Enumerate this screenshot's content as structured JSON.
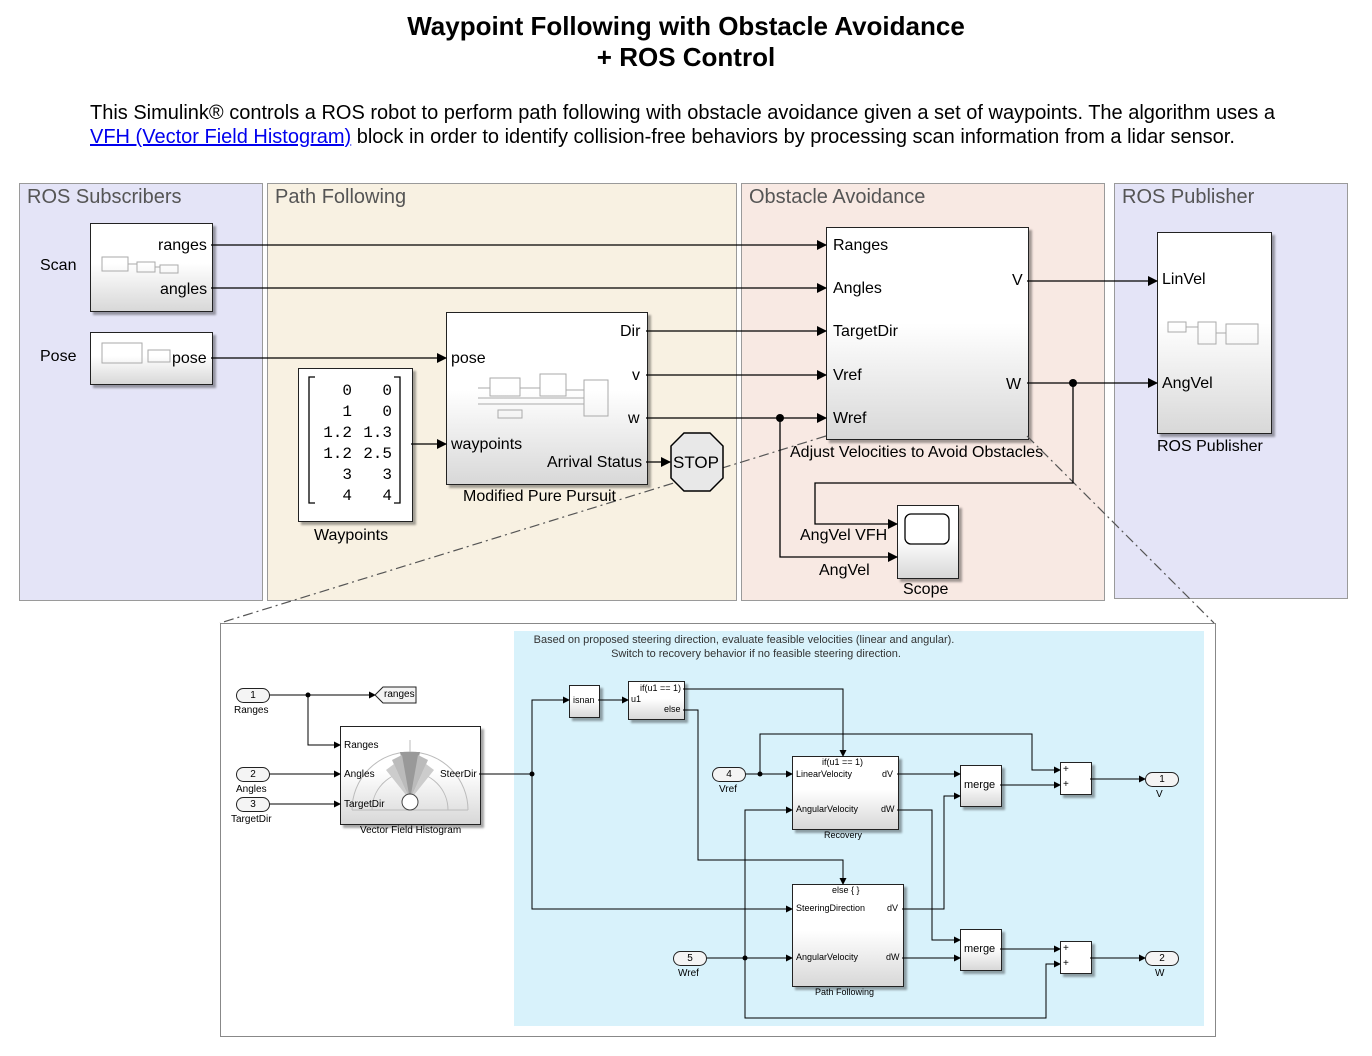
{
  "title": {
    "line1": "Waypoint Following with Obstacle Avoidance",
    "line2": "+ ROS Control"
  },
  "description": {
    "before": "This Simulink® controls a ROS robot to perform path following with obstacle avoidance given a set of waypoints. The algorithm uses a ",
    "link": "VFH (Vector Field Histogram)",
    "after": " block in order to identify collision-free behaviors by processing scan information from a lidar sensor."
  },
  "areas": {
    "subscribers": "ROS Subscribers",
    "path_following": "Path Following",
    "obstacle": "Obstacle Avoidance",
    "publisher": "ROS Publisher"
  },
  "scan_block": {
    "label": "Scan",
    "ports": [
      "ranges",
      "angles"
    ]
  },
  "pose_block": {
    "label": "Pose",
    "port": "pose"
  },
  "waypoints": {
    "label": "Waypoints",
    "rows": [
      [
        "0",
        "0"
      ],
      [
        "1",
        "0"
      ],
      [
        "1.2",
        "1.3"
      ],
      [
        "1.2",
        "2.5"
      ],
      [
        "3",
        "3"
      ],
      [
        "4",
        "4"
      ]
    ]
  },
  "pursuit": {
    "label": "Modified Pure Pursuit",
    "inputs": [
      "pose",
      "waypoints"
    ],
    "outputs": [
      "Dir",
      "v",
      "w",
      "Arrival Status"
    ]
  },
  "stop": "STOP",
  "adjust": {
    "label": "Adjust Velocities to Avoid Obstacles",
    "inputs": [
      "Ranges",
      "Angles",
      "TargetDir",
      "Vref",
      "Wref"
    ],
    "outputs": [
      "V",
      "W"
    ]
  },
  "scope": {
    "label": "Scope",
    "inputs": [
      "AngVel VFH",
      "AngVel"
    ]
  },
  "publisher": {
    "label": "ROS Publisher",
    "inputs": [
      "LinVel",
      "AngVel"
    ]
  },
  "sub": {
    "note_line1": "Based on proposed steering direction, evaluate feasible velocities (linear and angular).",
    "note_line2": "Switch to recovery behavior if no feasible steering direction.",
    "in_ports": [
      {
        "num": "1",
        "name": "Ranges"
      },
      {
        "num": "2",
        "name": "Angles"
      },
      {
        "num": "3",
        "name": "TargetDir"
      },
      {
        "num": "4",
        "name": "Vref"
      },
      {
        "num": "5",
        "name": "Wref"
      }
    ],
    "out_ports": [
      {
        "num": "1",
        "name": "V"
      },
      {
        "num": "2",
        "name": "W"
      }
    ],
    "goto_tag": "ranges",
    "vfh": {
      "label": "Vector Field Histogram",
      "inputs": [
        "Ranges",
        "Angles",
        "TargetDir"
      ],
      "output": "SteerDir"
    },
    "isnan": "isnan",
    "if_block": {
      "cond": "if(u1 == 1)",
      "input": "u1",
      "else": "else"
    },
    "recovery": {
      "label": "Recovery",
      "header": "if(u1 == 1)",
      "inputs": [
        "LinearVelocity",
        "AngularVelocity"
      ],
      "outputs": [
        "dV",
        "dW"
      ]
    },
    "pathfollow": {
      "label": "Path Following",
      "header": "else { }",
      "inputs": [
        "SteeringDirection",
        "AngularVelocity"
      ],
      "outputs": [
        "dV",
        "dW"
      ]
    },
    "merge": "merge",
    "sum_signs": [
      "+",
      "+"
    ]
  }
}
